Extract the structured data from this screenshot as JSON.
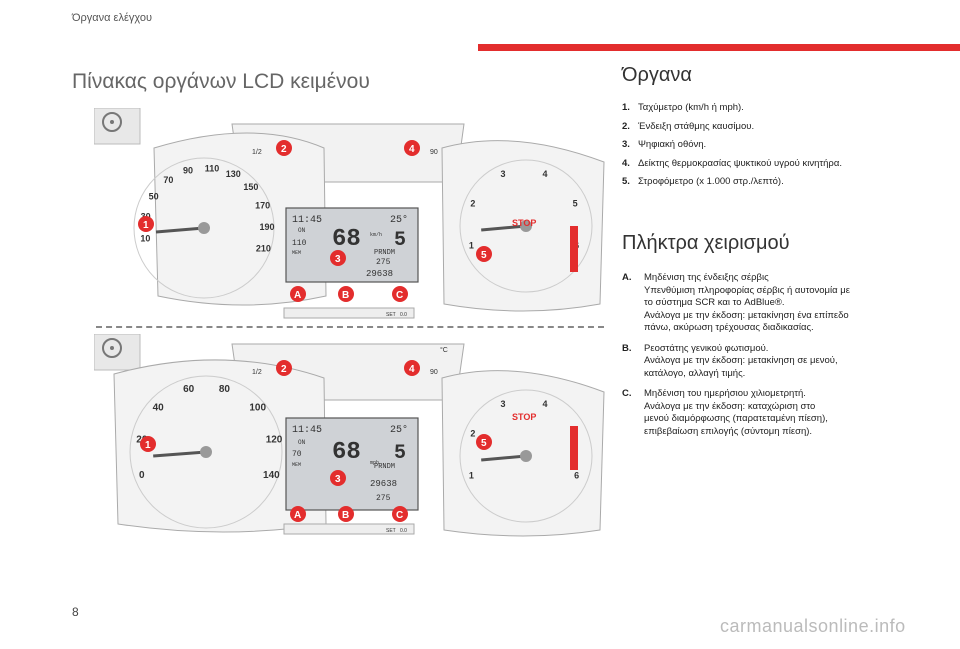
{
  "header": {
    "section": "Όργανα ελέγχου"
  },
  "page": {
    "number": "8",
    "title": "Πίνακας οργάνων LCD κειμένου"
  },
  "instruments": {
    "title": "Όργανα",
    "items": [
      {
        "num": "1.",
        "text": "Ταχύμετρο (km/h ή mph)."
      },
      {
        "num": "2.",
        "text": "Ένδειξη στάθμης καυσίμου."
      },
      {
        "num": "3.",
        "text": "Ψηφιακή οθόνη."
      },
      {
        "num": "4.",
        "text": "Δείκτης θερμοκρασίας ψυκτικού υγρού κινητήρα."
      },
      {
        "num": "5.",
        "text": "Στροφόμετρο (x 1.000 στρ./λεπτό)."
      }
    ]
  },
  "buttons": {
    "title": "Πλήκτρα χειρισμού",
    "items": [
      {
        "num": "A.",
        "lines": [
          "Μηδένιση της ένδειξης σέρβις",
          "Υπενθύμιση πληροφορίας σέρβις ή αυτονομία με",
          "το σύστημα SCR και το AdBlue®.",
          "Ανάλογα με την έκδοση: μετακίνηση ένα επίπεδο",
          "πάνω, ακύρωση τρέχουσας διαδικασίας."
        ]
      },
      {
        "num": "B.",
        "lines": [
          "Ρεοστάτης γενικού φωτισμού.",
          "Ανάλογα με την έκδοση: μετακίνηση σε μενού,",
          "κατάλογο, αλλαγή τιμής."
        ]
      },
      {
        "num": "C.",
        "lines": [
          "Μηδένιση του ημερήσιου χιλιομετρητή.",
          "Ανάλογα με την έκδοση: καταχώριση στο",
          "μενού διαμόρφωσης (παρατεταμένη πίεση),",
          "επιβεβαίωση επιλογής (σύντομη πίεση)."
        ]
      }
    ]
  },
  "cluster_top": {
    "speed_ticks": [
      "10",
      "30",
      "50",
      "70",
      "90",
      "110",
      "130",
      "150",
      "170",
      "190",
      "210"
    ],
    "rpm_ticks": [
      "1",
      "2",
      "3",
      "4",
      "5",
      "6"
    ],
    "fuel_half": "1/2",
    "temp_max": "90",
    "stop": "STOP",
    "lcd": {
      "time": "11:45",
      "temp": "25°",
      "speed": "68",
      "unit": "km/h",
      "gear": "5",
      "gears": "PRNDM",
      "range": "275",
      "odo": "29638",
      "on": "ON",
      "mem": "MEM",
      "trip": "110"
    },
    "callouts": [
      "1",
      "2",
      "3",
      "4",
      "5"
    ],
    "btn_labels": [
      "A",
      "B",
      "C"
    ],
    "set_label": "SET",
    "ok_label": "0.0"
  },
  "cluster_bottom": {
    "speed_ticks": [
      "0",
      "20",
      "40",
      "60",
      "80",
      "100",
      "120",
      "140"
    ],
    "rpm_ticks": [
      "1",
      "2",
      "3",
      "4",
      "5",
      "6"
    ],
    "fuel_half": "1/2",
    "temp_max": "90",
    "temp_unit": "°C",
    "stop": "STOP",
    "lcd": {
      "time": "11:45",
      "temp": "25°",
      "speed": "68",
      "unit": "mph",
      "gear": "5",
      "gears": "PRNDM",
      "range": "275",
      "odo": "29638",
      "on": "ON",
      "mem": "MEM",
      "trip": "70"
    },
    "callouts": [
      "1",
      "2",
      "3",
      "4",
      "5"
    ],
    "btn_labels": [
      "A",
      "B",
      "C"
    ],
    "set_label": "SET",
    "ok_label": "0.0"
  },
  "watermark": "carmanualsonline.info",
  "colors": {
    "accent": "#e32d2d",
    "warning": "#f5a623",
    "ok": "#4caf50"
  }
}
